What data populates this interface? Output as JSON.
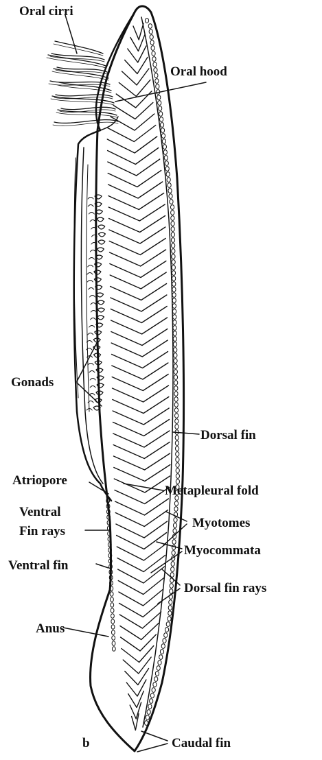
{
  "figure": {
    "panel_letter": "b",
    "labels": {
      "oral_cirri": "Oral cirri",
      "oral_hood": "Oral hood",
      "gonads": "Gonads",
      "dorsal_fin": "Dorsal fin",
      "metapleural_fold": "Metapleural fold",
      "atriopore": "Atriopore",
      "ventral_fin_rays_line1": "Ventral",
      "ventral_fin_rays_line2": "Fin rays",
      "myotomes": "Myotomes",
      "myocommata": "Myocommata",
      "ventral_fin": "Ventral fin",
      "dorsal_fin_rays": "Dorsal fin rays",
      "anus": "Anus",
      "caudal_fin": "Caudal fin"
    }
  }
}
